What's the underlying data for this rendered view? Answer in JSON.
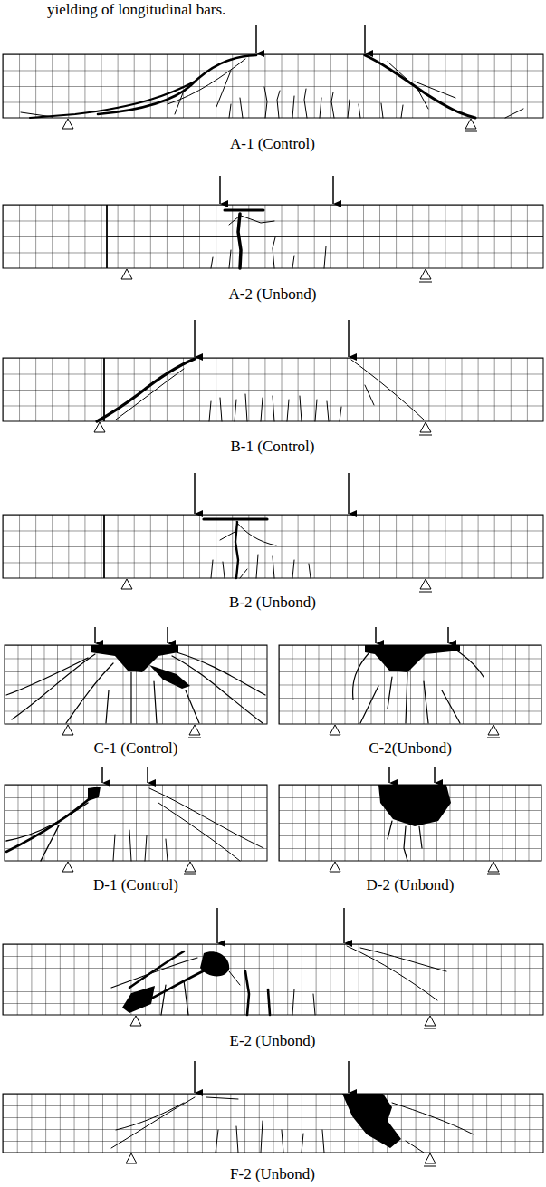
{
  "diagram": {
    "labels": [
      "yielding of longitudinal bars.",
      "A-1 (Control)",
      "A-2 (Unbond)",
      "B-1 (Control)",
      "B-2 (Unbond)",
      "C-1 (Control)",
      "C-2(Unbond)",
      "D-1 (Control)",
      "D-2 (Unbond)",
      "E-2 (Unbond)",
      "F-2 (Unbond)"
    ]
  }
}
